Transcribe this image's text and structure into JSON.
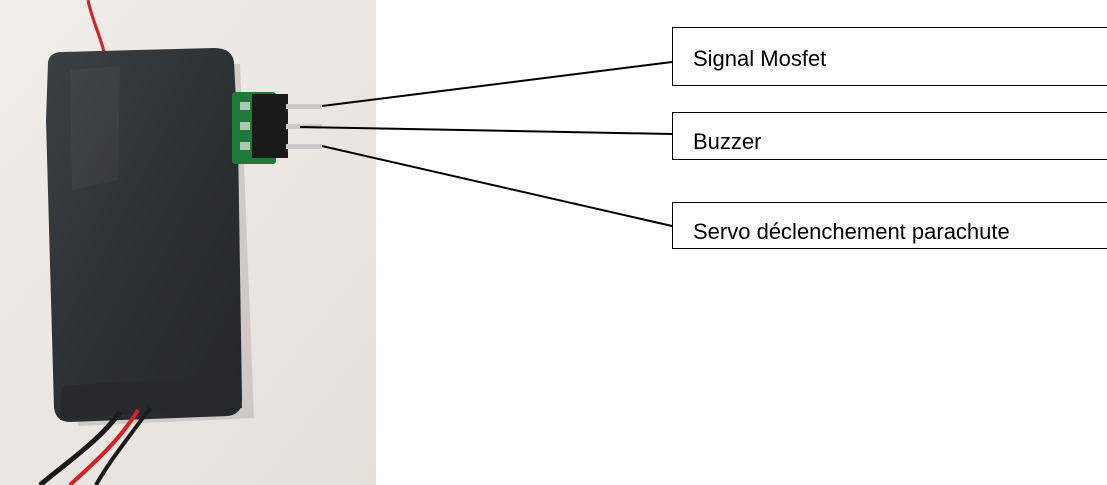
{
  "labels": {
    "signal_mosfet": "Signal Mosfet",
    "buzzer": "Buzzer",
    "servo": "Servo déclenchement parachute"
  },
  "colors": {
    "background": "#ffffff",
    "photo_wall": "#ece8e4",
    "module_wrap": "#2c3134",
    "wire_red": "#d81f26",
    "wire_black": "#1b1b1b",
    "pcb_green": "#1f7a3a",
    "header_pins": "#c9c9c9"
  }
}
